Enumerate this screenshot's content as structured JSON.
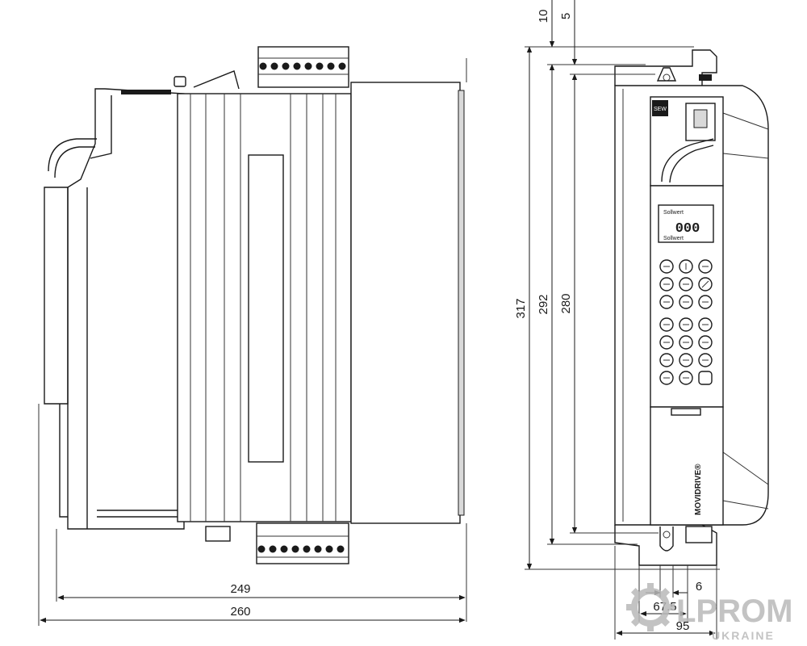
{
  "dimensions": {
    "side_depth_inner": "249",
    "side_depth_total": "260",
    "height_total": "317",
    "height_mid": "292",
    "height_inner": "280",
    "top_offset_a": "10",
    "top_offset_b": "5",
    "width_offset": "6",
    "width_mount": "67.5",
    "width_total": "95"
  },
  "device": {
    "brand": "MOVIDRIVE®",
    "display_digits": "000",
    "display_header": "Sollwert",
    "display_footer": "Sollwert",
    "panel_label": "SEW"
  },
  "watermark": {
    "main": "LPROM",
    "sub": "UKRAINE"
  },
  "icons": {
    "watermark": "gear-icon"
  }
}
